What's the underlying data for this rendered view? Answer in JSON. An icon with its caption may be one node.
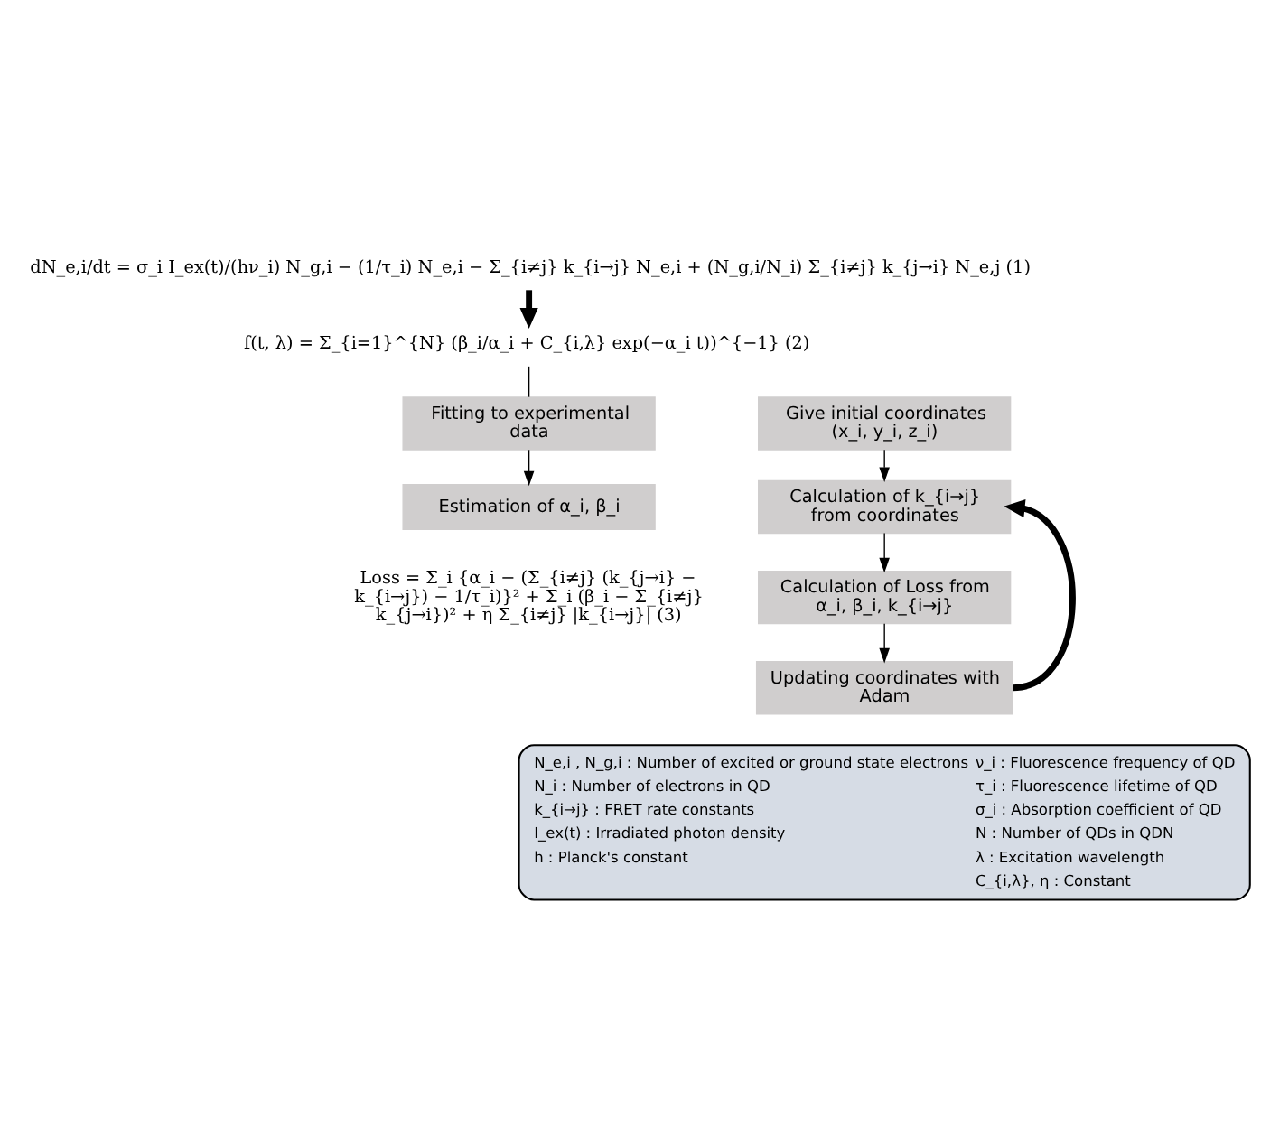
{
  "diagram": {
    "nodes": [
      {
        "text": [
          "dN_e,i/dt = σ_i I_ex(t)/(hν_i) N_g,i − (1/τ_i) N_e,i − Σ_{i≠j} k_{i→j} N_e,i + (N_g,i/N_i) Σ_{i≠j} k_{j→i} N_e,j (1)"
        ]
      },
      {
        "text": [
          "f(t, λ) = Σ_{i=1}^{N} (β_i/α_i + C_{i,λ} exp(−α_i t))^{−1} (2)"
        ]
      },
      {
        "text": [
          "Fitting to experimental data"
        ]
      },
      {
        "text": [
          "Estimation of α_i, β_i"
        ]
      },
      {
        "text": [
          "Give initial coordinates",
          "(x_i, y_i, z_i)"
        ]
      },
      {
        "text": [
          "Calculation of k_{i→j} from coordinates"
        ]
      },
      {
        "text": [
          "Calculation of Loss from α_i, β_i, k_{i→j}"
        ]
      },
      {
        "text": [
          "Updating coordinates with Adam"
        ]
      },
      {
        "text": [
          "N_e,i , N_g,i : Number of excited or ground state electrons",
          "N_i : Number of electrons in QD",
          "k_{i→j} : FRET rate constants",
          "I_ex(t) : Irradiated photon density",
          "h : Planck's constant",
          "ν_i : Fluorescence frequency of QD",
          "τ_i : Fluorescence lifetime of QD",
          "σ_i : Absorption coefficient of QD",
          "N : Number of QDs in QDN",
          "λ : Excitation wavelength",
          "C_{i,λ}, η : Constant"
        ]
      }
    ],
    "edges": [
      {
        "from": 0,
        "to": 1,
        "arrow": "to",
        "style": "thick"
      },
      {
        "from": 1,
        "to": 2,
        "arrow": "none"
      },
      {
        "from": 2,
        "to": 3,
        "arrow": "to"
      },
      {
        "from": 4,
        "to": 5,
        "arrow": "to"
      },
      {
        "from": 5,
        "to": 6,
        "arrow": "to"
      },
      {
        "from": 6,
        "to": 7,
        "arrow": "to"
      },
      {
        "from": 7,
        "to": 5,
        "arrow": "to",
        "style": "thick"
      }
    ],
    "labels": [
      "Loss = Σ_i {α_i − (Σ_{i≠j} (k_{j→i} − k_{i→j}) − 1/τ_i)}² + Σ_i (β_i − Σ_{i≠j} k_{j→i})² + η Σ_{i≠j} |k_{i→j}| (3)"
    ]
  }
}
